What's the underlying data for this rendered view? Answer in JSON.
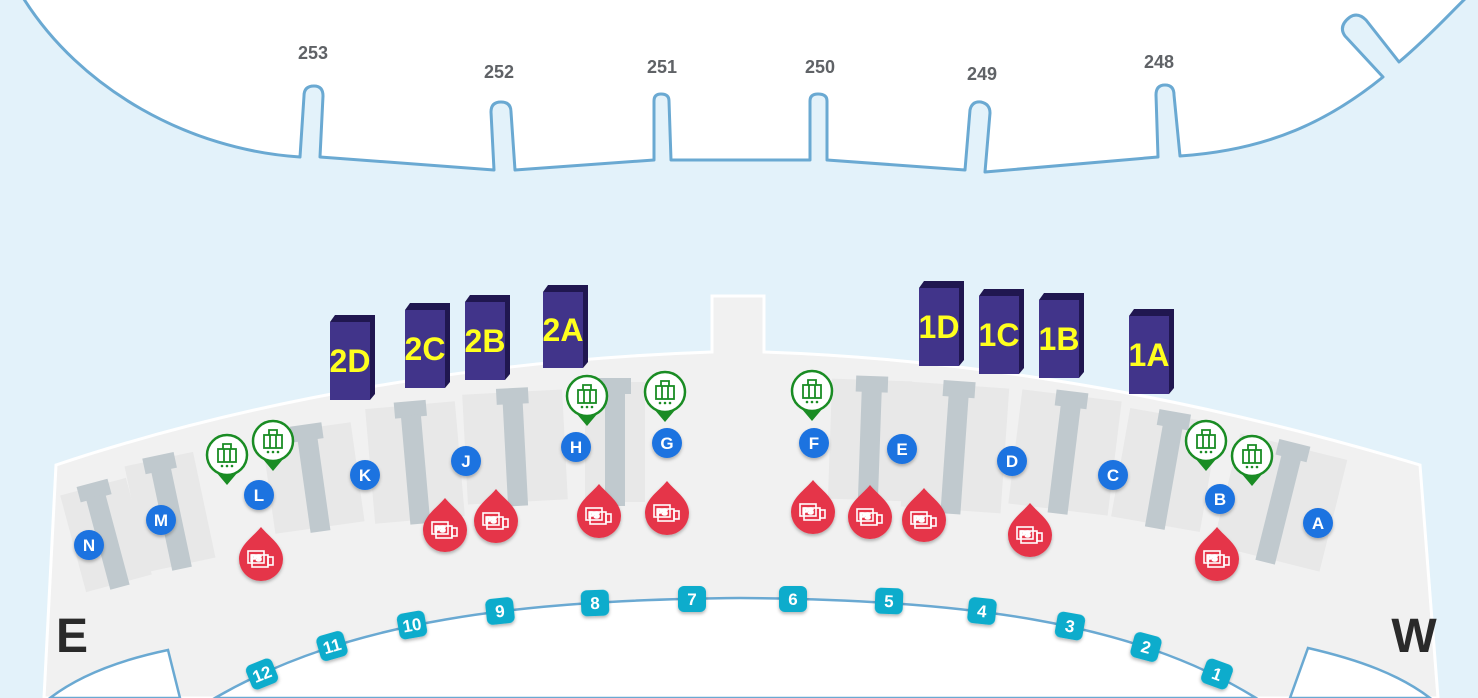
{
  "map": {
    "title": "Terminal floor plan",
    "colors": {
      "background": "#e3f2fa",
      "building_fill": "#ffffff",
      "building_stroke": "#6aa9d2",
      "terminal_floor": "#f1f1f1",
      "counter_island": "#e8e8e8",
      "counter_bar": "#c0c9ce",
      "hall_front": "#41348a",
      "hall_top": "#201750",
      "hall_label": "#ffff1e",
      "counter_badge": "#1e73e0",
      "ps_marker": "#e5364a",
      "baggage_marker": "#1a8c24",
      "exit_badge": "#0aaccc"
    },
    "compass": {
      "east": "E",
      "west": "W"
    },
    "aircraft_gates": [
      {
        "label": "253"
      },
      {
        "label": "252"
      },
      {
        "label": "251"
      },
      {
        "label": "250"
      },
      {
        "label": "249"
      },
      {
        "label": "248"
      }
    ],
    "halls": [
      {
        "label": "2D"
      },
      {
        "label": "2C"
      },
      {
        "label": "2B"
      },
      {
        "label": "2A"
      },
      {
        "label": "1D"
      },
      {
        "label": "1C"
      },
      {
        "label": "1B"
      },
      {
        "label": "1A"
      }
    ],
    "counters": [
      {
        "label": "N"
      },
      {
        "label": "M"
      },
      {
        "label": "L"
      },
      {
        "label": "K"
      },
      {
        "label": "J"
      },
      {
        "label": "H"
      },
      {
        "label": "G"
      },
      {
        "label": "F"
      },
      {
        "label": "E"
      },
      {
        "label": "D"
      },
      {
        "label": "C"
      },
      {
        "label": "B"
      },
      {
        "label": "A"
      }
    ],
    "exits": [
      {
        "label": "12"
      },
      {
        "label": "11"
      },
      {
        "label": "10"
      },
      {
        "label": "9"
      },
      {
        "label": "8"
      },
      {
        "label": "7"
      },
      {
        "label": "6"
      },
      {
        "label": "5"
      },
      {
        "label": "4"
      },
      {
        "label": "3"
      },
      {
        "label": "2"
      },
      {
        "label": "1"
      }
    ],
    "markers": {
      "baggage_service": {
        "icon": "baggage-icon",
        "count": 7
      },
      "passenger_service": {
        "icon": "passenger-service-icon",
        "text": "PS",
        "count": 10
      }
    }
  }
}
